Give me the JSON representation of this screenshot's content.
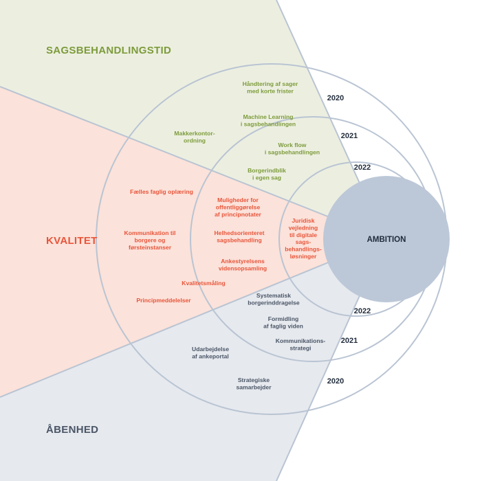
{
  "colors": {
    "sagsbehandlingstid": "#7d9b3b",
    "kvalitet": "#e8553a",
    "aabenhed": "#4a5566",
    "bg_green": "#ecefe0",
    "bg_red": "#fbe2da",
    "bg_gray": "#e6e9ee",
    "ring": "#b9c4d3",
    "center": "#bcc8d8",
    "dark": "#1f2a3a"
  },
  "sectors": {
    "sagsbehandlingstid": "SAGSBEHANDLINGSTID",
    "kvalitet": "KVALITET",
    "aabenhed": "ÅBENHED"
  },
  "center": "AMBITION",
  "years": {
    "top": [
      "2020",
      "2021",
      "2022"
    ],
    "bottom": [
      "2022",
      "2021",
      "2020"
    ]
  },
  "items": {
    "green": [
      [
        "Håndtering  af sager",
        "med korte frister"
      ],
      [
        "Machine Learning",
        "i sagsbehandlingen"
      ],
      [
        "Makkerkontor-",
        "ordning"
      ],
      [
        "Work flow",
        "i sagsbehandlingen"
      ],
      [
        "Borgerindblik",
        "i egen sag"
      ]
    ],
    "red": [
      [
        "Fælles faglig oplæring"
      ],
      [
        "Muligheder for",
        "offentliggørelse",
        "af principnotater"
      ],
      [
        "Kommunikation til",
        "borgere og",
        "førsteinstanser"
      ],
      [
        "Helhedsorienteret",
        "sagsbehandling"
      ],
      [
        "Juridisk",
        "vejledning",
        "til digitale",
        "sags-",
        "behandlings-",
        "løsninger"
      ],
      [
        "Ankestyrelsens",
        "vidensopsamling"
      ],
      [
        "Kvalitetsmåling"
      ],
      [
        "Principmeddelelser"
      ]
    ],
    "gray": [
      [
        "Systematisk",
        "borgerinddragelse"
      ],
      [
        "Formidling",
        "af faglig viden"
      ],
      [
        "Kommunikations-",
        "strategi"
      ],
      [
        "Udarbejdelse",
        "af ankeportal"
      ],
      [
        "Strategiske",
        "samarbejder"
      ]
    ]
  }
}
